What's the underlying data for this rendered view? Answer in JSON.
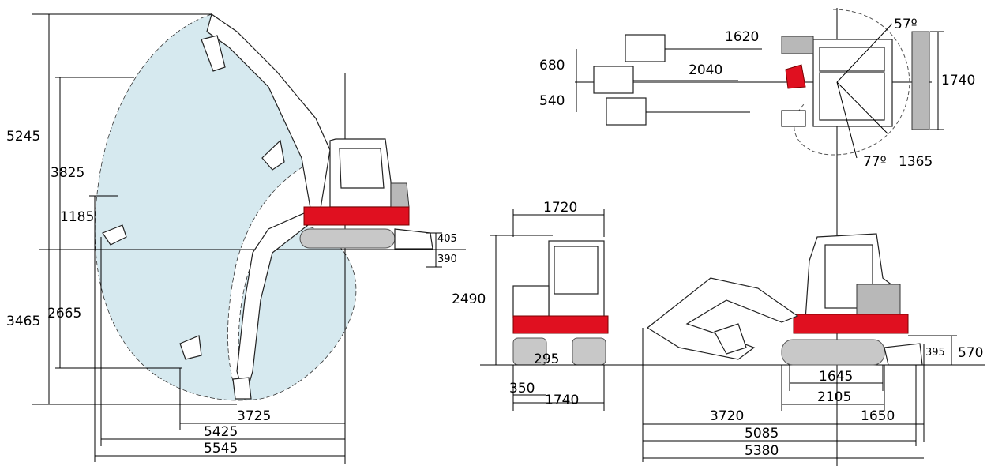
{
  "colors": {
    "reach_area": "#d6e9ef",
    "body_red": "#e01020",
    "track_grey": "#c4c4c4",
    "line": "#000000"
  },
  "side_view": {
    "heights": {
      "max_dig_height": "5245",
      "max_dump_height": "3825",
      "reach_1185": "1185",
      "blade_up": "405",
      "blade_down": "390",
      "max_dig_depth": "3465",
      "vertical_wall_depth": "2665"
    },
    "reaches": {
      "r3725": "3725",
      "r5425": "5425",
      "r5545": "5545"
    }
  },
  "top_view": {
    "offset_680": "680",
    "offset_540": "540",
    "boom_1620": "1620",
    "boom_2040": "2040",
    "swing_right": "57º",
    "swing_left": "77º",
    "tail_radius": "1365",
    "width_1740": "1740"
  },
  "front_view": {
    "width_1720": "1720",
    "height_2490": "2490",
    "shoe_295": "295",
    "shoe_350": "350",
    "track_width_1740": "1740"
  },
  "lower_side_view": {
    "blade_395": "395",
    "blade_570": "570",
    "tumbler_1645": "1645",
    "track_length_2105": "2105",
    "front_3720": "3720",
    "tail_1650": "1650",
    "total_5085": "5085",
    "overall_5380": "5380"
  }
}
